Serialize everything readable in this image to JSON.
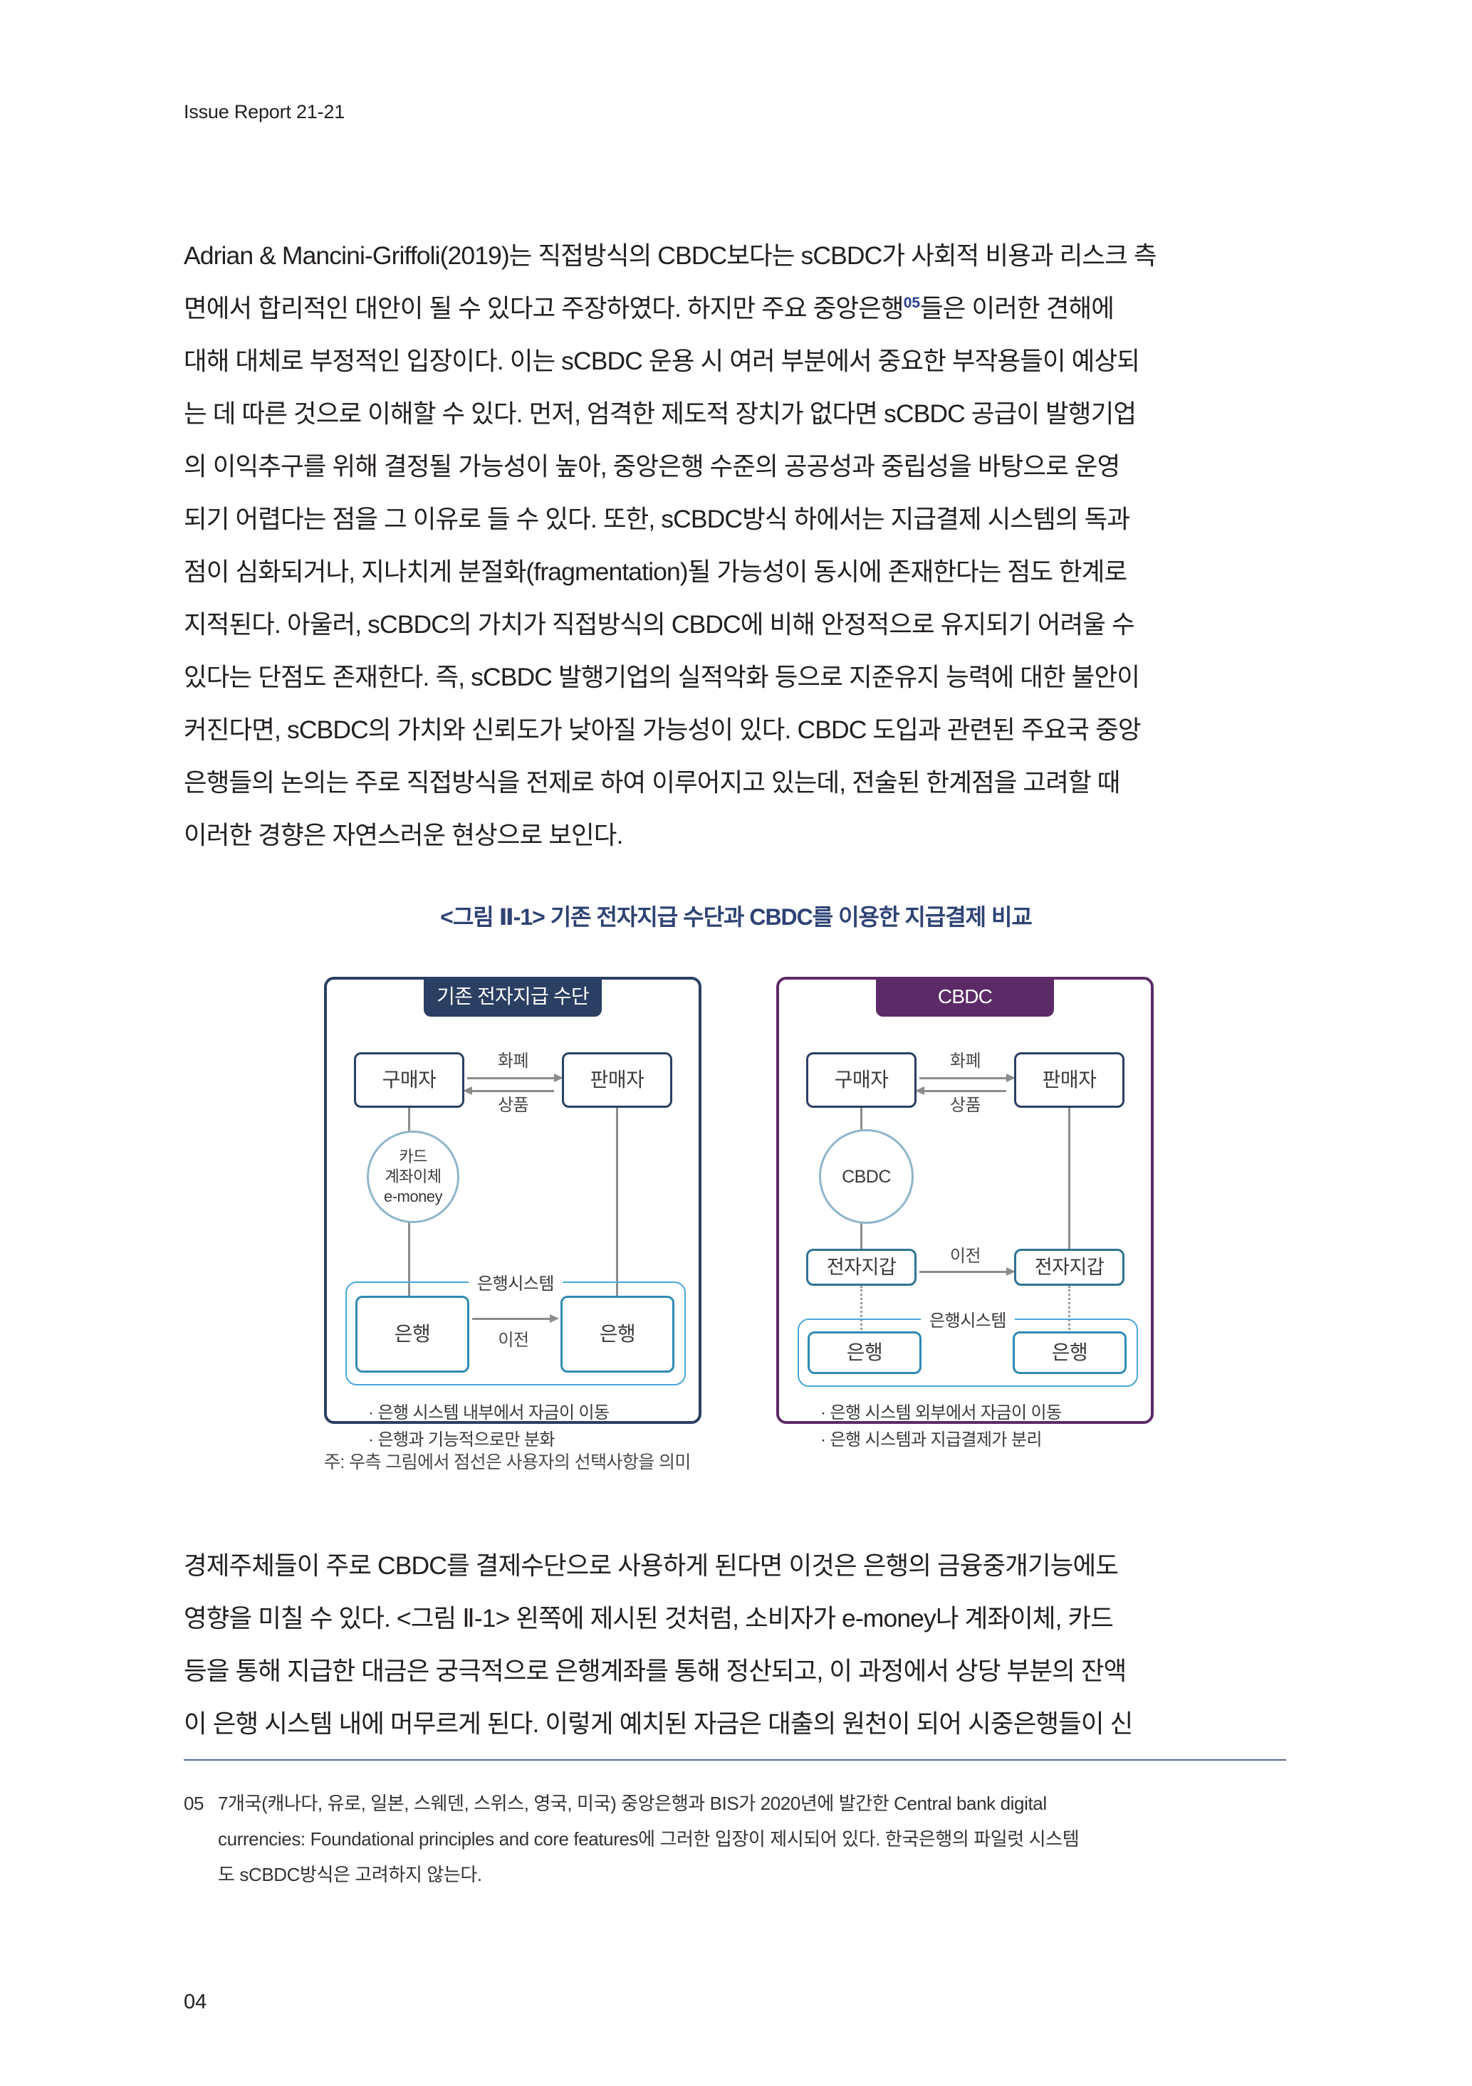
{
  "header": {
    "running_head": "Issue Report 21-21"
  },
  "body_top": {
    "lines": [
      "Adrian & Mancini-Griffoli(2019)는 직접방식의 CBDC보다는 sCBDC가 사회적 비용과 리스크 측",
      "면에서 합리적인 대안이 될 수 있다고 주장하였다. 하지만 주요 중앙은행__FN05__들은 이러한 견해에",
      "대해 대체로 부정적인 입장이다. 이는 sCBDC 운용 시 여러 부분에서 중요한 부작용들이 예상되",
      "는 데 따른 것으로 이해할 수 있다. 먼저, 엄격한 제도적 장치가 없다면 sCBDC 공급이 발행기업",
      "의 이익추구를 위해 결정될 가능성이 높아, 중앙은행 수준의 공공성과 중립성을 바탕으로 운영",
      "되기 어렵다는 점을 그 이유로 들 수 있다. 또한, sCBDC방식 하에서는 지급결제 시스템의 독과",
      "점이 심화되거나, 지나치게 분절화(fragmentation)될 가능성이 동시에 존재한다는 점도 한계로",
      "지적된다. 아울러, sCBDC의 가치가 직접방식의 CBDC에 비해 안정적으로 유지되기 어려울 수",
      "있다는 단점도 존재한다. 즉, sCBDC 발행기업의 실적악화 등으로 지준유지 능력에 대한 불안이",
      "커진다면, sCBDC의 가치와 신뢰도가 낮아질 가능성이 있다. CBDC 도입과 관련된 주요국 중앙",
      "은행들의 논의는 주로 직접방식을 전제로 하여 이루어지고 있는데, 전술된 한계점을 고려할 때",
      "이러한 경향은 자연스러운 현상으로 보인다."
    ],
    "footnote_marker": "05"
  },
  "figure": {
    "title": "<그림 Ⅱ-1> 기존 전자지급 수단과 CBDC를 이용한 지급결제 비교",
    "note": "주: 우측 그림에서 점선은 사용자의 선택사항을 의미",
    "colors": {
      "left_tab": "#2b3f63",
      "right_tab": "#5c2b67",
      "actor_border": "#2b3f63",
      "bank_border": "#2f8bb5",
      "bank_group_border": "#4aa8d8",
      "circle_border": "#8fb6cc",
      "arrow": "#8c8c8c",
      "title_text": "#2e4374"
    },
    "left_panel": {
      "tab_label": "기존 전자지급 수단",
      "buyer": "구매자",
      "seller": "판매자",
      "flow_top_label": "화폐",
      "flow_bottom_label": "상품",
      "instrument_circle": "카드\n계좌이체\ne-money",
      "instrument_lines": [
        "카드",
        "계좌이체",
        "e-money"
      ],
      "bank_group_label": "은행시스템",
      "bank_left": "은행",
      "bank_right": "은행",
      "transfer_label": "이전",
      "bullets": [
        "· 은행 시스템 내부에서 자금이 이동",
        "· 은행과 기능적으로만 분화"
      ]
    },
    "right_panel": {
      "tab_label": "CBDC",
      "buyer": "구매자",
      "seller": "판매자",
      "flow_top_label": "화폐",
      "flow_bottom_label": "상품",
      "instrument_circle": "CBDC",
      "wallet_left": "전자지갑",
      "wallet_right": "전자지갑",
      "wallet_transfer_label": "이전",
      "bank_group_label": "은행시스템",
      "bank_left": "은행",
      "bank_right": "은행",
      "bullets": [
        "· 은행 시스템 외부에서 자금이 이동",
        "· 은행 시스템과 지급결제가 분리"
      ]
    }
  },
  "body_bottom": {
    "lines": [
      "경제주체들이 주로 CBDC를 결제수단으로 사용하게 된다면 이것은 은행의 금융중개기능에도",
      "영향을 미칠 수 있다. <그림 Ⅱ-1> 왼쪽에 제시된 것처럼, 소비자가 e-money나 계좌이체, 카드",
      "등을 통해 지급한 대금은 궁극적으로 은행계좌를 통해 정산되고, 이 과정에서 상당 부분의 잔액",
      "이 은행 시스템 내에 머무르게 된다. 이렇게 예치된 자금은 대출의 원천이 되어 시중은행들이 신"
    ]
  },
  "footnote": {
    "number": "05",
    "lines": [
      "7개국(캐나다, 유로, 일본, 스웨덴, 스위스, 영국, 미국) 중앙은행과 BIS가 2020년에 발간한 Central bank digital",
      "currencies: Foundational principles and core features에 그러한 입장이 제시되어 있다. 한국은행의 파일럿 시스템",
      "도 sCBDC방식은 고려하지 않는다."
    ]
  },
  "footer": {
    "page_number": "04"
  }
}
